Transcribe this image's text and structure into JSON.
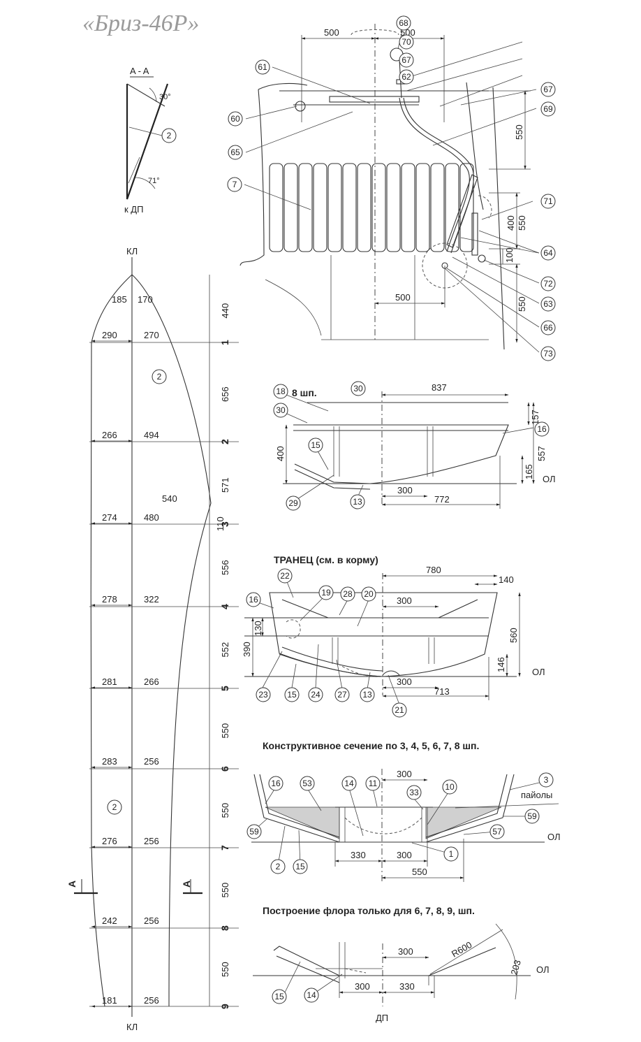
{
  "title": "«Бриз-46Р»",
  "section_aa": {
    "label": "A - A",
    "angle_top": "30°",
    "angle_bottom": "71°",
    "ref": "к ДП",
    "part": "2"
  },
  "plan": {
    "kl": "КЛ",
    "stations": [
      "1",
      "2",
      "3",
      "4",
      "5",
      "6",
      "7",
      "8",
      "9"
    ],
    "spacing": [
      "440",
      "656",
      "571",
      "556",
      "552",
      "550",
      "550",
      "550",
      "550"
    ],
    "left_half": [
      "185",
      "290",
      "266",
      "274",
      "278",
      "281",
      "283",
      "276",
      "242",
      "181"
    ],
    "right_half": [
      "170",
      "270",
      "494",
      "540",
      "480",
      "322",
      "266",
      "256",
      "256",
      "256",
      "256"
    ],
    "note_110": "110",
    "parts": [
      "2",
      "2"
    ],
    "section_mark": "A"
  },
  "top_view": {
    "dims": [
      "500",
      "500",
      "550",
      "400",
      "550",
      "100",
      "550",
      "500"
    ],
    "labels": [
      "68",
      "70",
      "67",
      "62",
      "67",
      "69",
      "61",
      "60",
      "65",
      "7",
      "71",
      "64",
      "72",
      "63",
      "66",
      "73"
    ]
  },
  "frame8": {
    "caption": "8 шп.",
    "dims": [
      "837",
      "157",
      "400",
      "557",
      "165",
      "300",
      "772"
    ],
    "ol": "ОЛ",
    "labels": [
      "18",
      "30",
      "30",
      "16",
      "15",
      "29",
      "13"
    ]
  },
  "transom": {
    "caption": "ТРАНЕЦ (см. в корму)",
    "dims": [
      "780",
      "140",
      "300",
      "130",
      "390",
      "560",
      "146",
      "300",
      "713"
    ],
    "ol": "ОЛ",
    "labels": [
      "22",
      "16",
      "19",
      "28",
      "20",
      "23",
      "15",
      "24",
      "27",
      "13",
      "21"
    ]
  },
  "section": {
    "caption": "Конструктивное сечение по 3, 4, 5, 6, 7, 8 шп.",
    "dims": [
      "300",
      "330",
      "300",
      "550"
    ],
    "paioly": "пайолы",
    "ol": "ОЛ",
    "labels": [
      "16",
      "53",
      "14",
      "11",
      "33",
      "10",
      "3",
      "59",
      "59",
      "57",
      "2",
      "15",
      "1"
    ]
  },
  "floor": {
    "caption": "Построение флора только для 6, 7, 8, 9, шп.",
    "dims": [
      "300",
      "300",
      "330",
      "R600",
      "203"
    ],
    "ol": "ОЛ",
    "dp": "ДП",
    "labels": [
      "15",
      "14"
    ]
  }
}
